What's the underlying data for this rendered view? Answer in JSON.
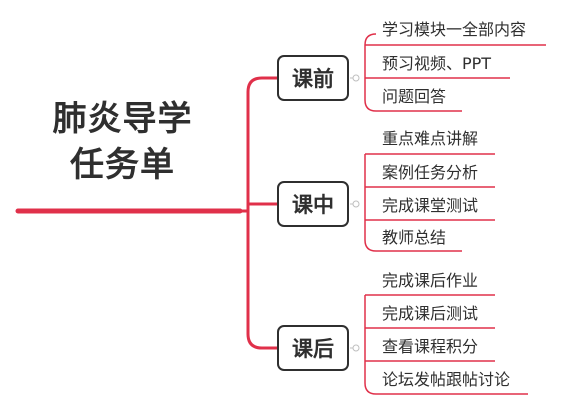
{
  "colors": {
    "accent": "#e0304a",
    "text": "#2f2f2f",
    "connector": "#bfbfbf",
    "box_border": "#2f2f2f"
  },
  "root": {
    "title_lines": [
      "肺炎导学",
      "任务单"
    ]
  },
  "branches": [
    {
      "label": "课前",
      "items": [
        "学习模块一全部内容",
        "预习视频、PPT",
        "问题回答"
      ]
    },
    {
      "label": "课中",
      "items": [
        "重点难点讲解",
        "案例任务分析",
        "完成课堂测试",
        "教师总结"
      ]
    },
    {
      "label": "课后",
      "items": [
        "完成课后作业",
        "完成课后测试",
        "查看课程积分",
        "论坛发帖跟帖讨论"
      ]
    }
  ]
}
